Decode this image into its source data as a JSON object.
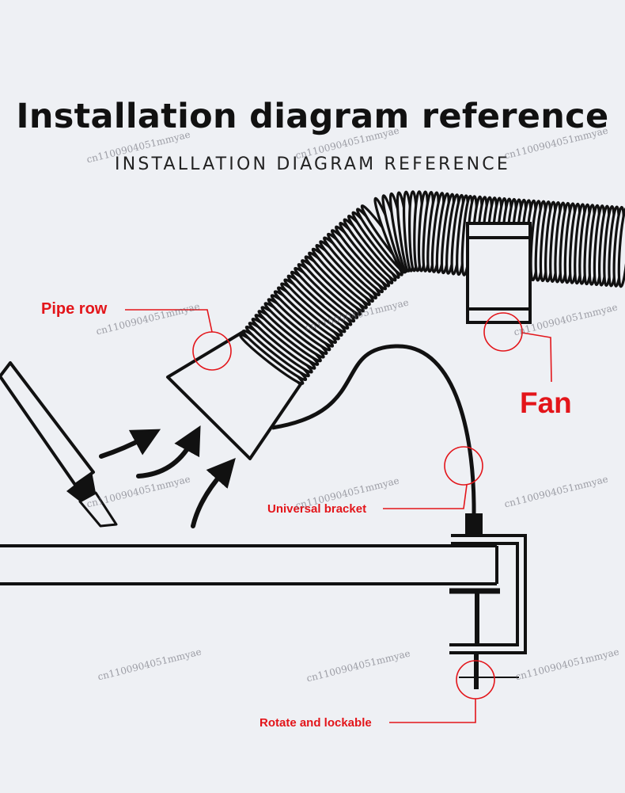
{
  "header": {
    "title": "Installation diagram reference",
    "subtitle": "INSTALLATION DIAGRAM REFERENCE"
  },
  "labels": {
    "pipe_row": "Pipe row",
    "fan": "Fan",
    "universal_bracket": "Universal bracket",
    "rotate_lockable": "Rotate and lockable"
  },
  "watermark": "cn1100904051mmyae",
  "colors": {
    "background": "#eef0f4",
    "line": "#111111",
    "accent": "#e3151a"
  }
}
